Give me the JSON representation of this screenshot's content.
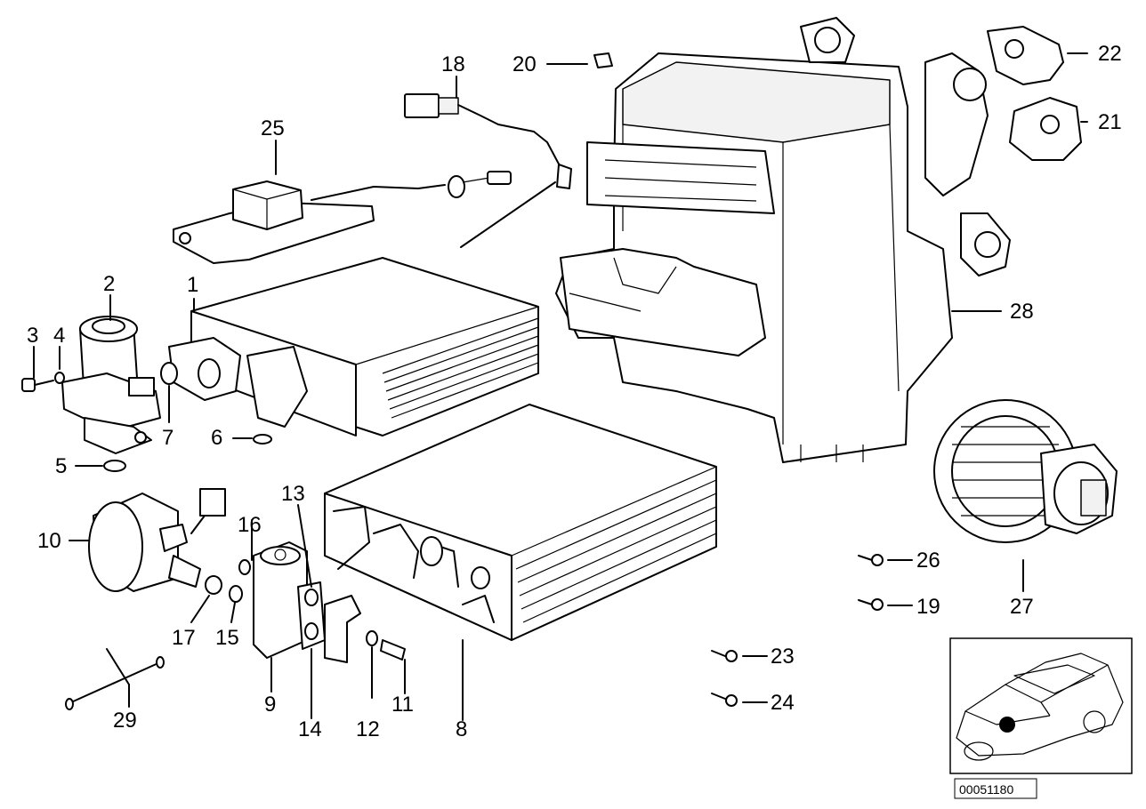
{
  "callouts": [
    {
      "id": "1",
      "text": "1"
    },
    {
      "id": "2",
      "text": "2"
    },
    {
      "id": "3",
      "text": "3"
    },
    {
      "id": "4",
      "text": "4"
    },
    {
      "id": "5",
      "text": "5"
    },
    {
      "id": "6",
      "text": "6"
    },
    {
      "id": "7",
      "text": "7"
    },
    {
      "id": "8",
      "text": "8"
    },
    {
      "id": "9",
      "text": "9"
    },
    {
      "id": "10",
      "text": "10"
    },
    {
      "id": "11",
      "text": "11"
    },
    {
      "id": "12",
      "text": "12"
    },
    {
      "id": "13",
      "text": "13"
    },
    {
      "id": "14",
      "text": "14"
    },
    {
      "id": "15",
      "text": "15"
    },
    {
      "id": "16",
      "text": "16"
    },
    {
      "id": "17",
      "text": "17"
    },
    {
      "id": "18",
      "text": "18"
    },
    {
      "id": "19",
      "text": "19"
    },
    {
      "id": "20",
      "text": "20"
    },
    {
      "id": "21",
      "text": "21"
    },
    {
      "id": "22",
      "text": "22"
    },
    {
      "id": "23",
      "text": "23"
    },
    {
      "id": "24",
      "text": "24"
    },
    {
      "id": "25",
      "text": "25"
    },
    {
      "id": "26",
      "text": "26"
    },
    {
      "id": "27",
      "text": "27"
    },
    {
      "id": "28",
      "text": "28"
    },
    {
      "id": "29",
      "text": "29"
    }
  ],
  "reference_number": "00051180"
}
